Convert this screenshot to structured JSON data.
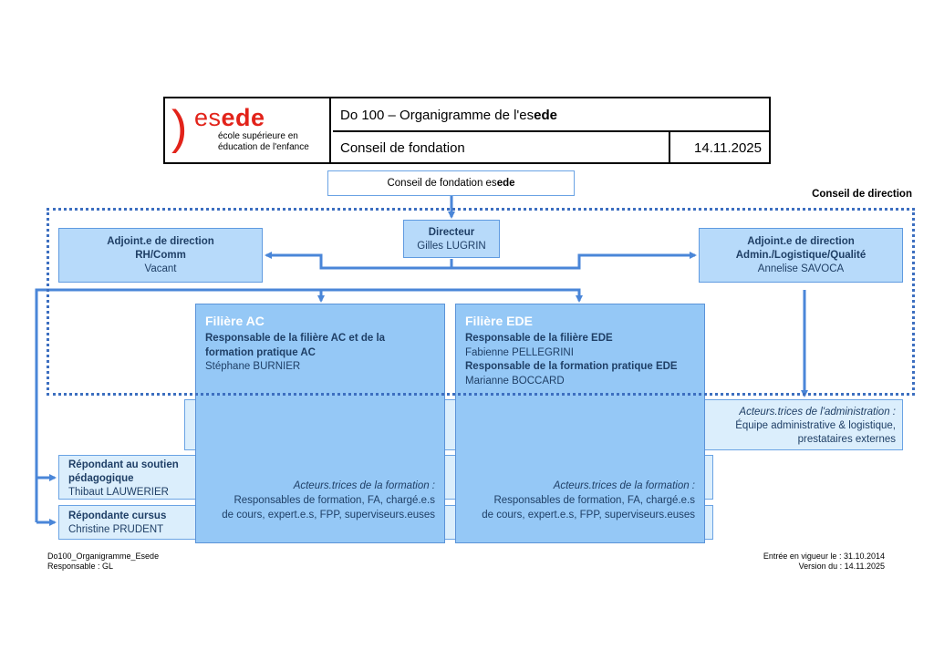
{
  "header": {
    "logo_word_light": "es",
    "logo_word_bold": "ede",
    "logo_sub_line1": "école supérieure en",
    "logo_sub_line2": "éducation de l'enfance",
    "title_prefix": "Do 100 – Organigramme de l'es",
    "title_bold": "ede",
    "subtitle": "Conseil de fondation",
    "date": "14.11.2025"
  },
  "fondation": {
    "prefix": "Conseil de fondation es",
    "bold": "ede"
  },
  "conseil_direction_label": "Conseil de direction",
  "directeur": {
    "role": "Directeur",
    "name": "Gilles LUGRIN"
  },
  "adjoint_rh": {
    "line1": "Adjoint.e de direction",
    "line2": "RH/Comm",
    "name": "Vacant"
  },
  "adjoint_admin": {
    "line1": "Adjoint.e de direction",
    "line2": "Admin./Logistique/Qualité",
    "name": "Annelise SAVOCA"
  },
  "filiere_ac": {
    "title": "Filière AC",
    "resp_label": "Responsable de la filière AC et de la formation pratique AC",
    "resp_name": "Stéphane BURNIER",
    "acteurs_label": "Acteurs.trices de la formation :",
    "acteurs_line1": "Responsables de formation, FA, chargé.e.s",
    "acteurs_line2": "de cours, expert.e.s, FPP, superviseurs.euses"
  },
  "filiere_ede": {
    "title": "Filière EDE",
    "resp1_label": "Responsable de la filière EDE",
    "resp1_name": "Fabienne PELLEGRINI",
    "resp2_label": "Responsable de la formation pratique EDE",
    "resp2_name": "Marianne BOCCARD",
    "acteurs_label": "Acteurs.trices de la formation :",
    "acteurs_line1": "Responsables de formation, FA, chargé.e.s",
    "acteurs_line2": "de cours, expert.e.s, FPP, superviseurs.euses"
  },
  "acteurs_admin": {
    "label": "Acteurs.trices de l'administration :",
    "line1": "Équipe administrative & logistique,",
    "line2": "prestataires externes"
  },
  "repondant_soutien": {
    "line1": "Répondant au soutien",
    "line2": "pédagogique",
    "name": "Thibaut LAUWERIER"
  },
  "repondante_cursus": {
    "role": "Répondante cursus",
    "name": "Christine PRUDENT"
  },
  "footer": {
    "doc_id": "Do100_Organigramme_Esede",
    "responsable": "Responsable : GL",
    "entree": "Entrée en vigueur le : 31.10.2014",
    "version": "Version du : 14.11.2025"
  },
  "colors": {
    "logo_red": "#e2231a",
    "connector_blue": "#4a86d8",
    "dotted_border": "#3d6fc0"
  }
}
